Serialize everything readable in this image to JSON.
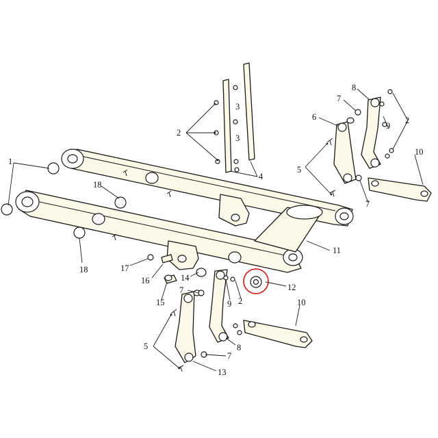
{
  "labels": {
    "1": "1",
    "2": "2",
    "3": "3",
    "4": "4",
    "5": "5",
    "6": "6",
    "7": "7",
    "8": "8",
    "9": "9",
    "10": "10",
    "11": "11",
    "12": "12",
    "13": "13",
    "14": "14",
    "15": "15",
    "16": "16",
    "17": "17",
    "18": "18"
  },
  "highlight": {
    "part": "12",
    "color": "#d12b2b"
  }
}
